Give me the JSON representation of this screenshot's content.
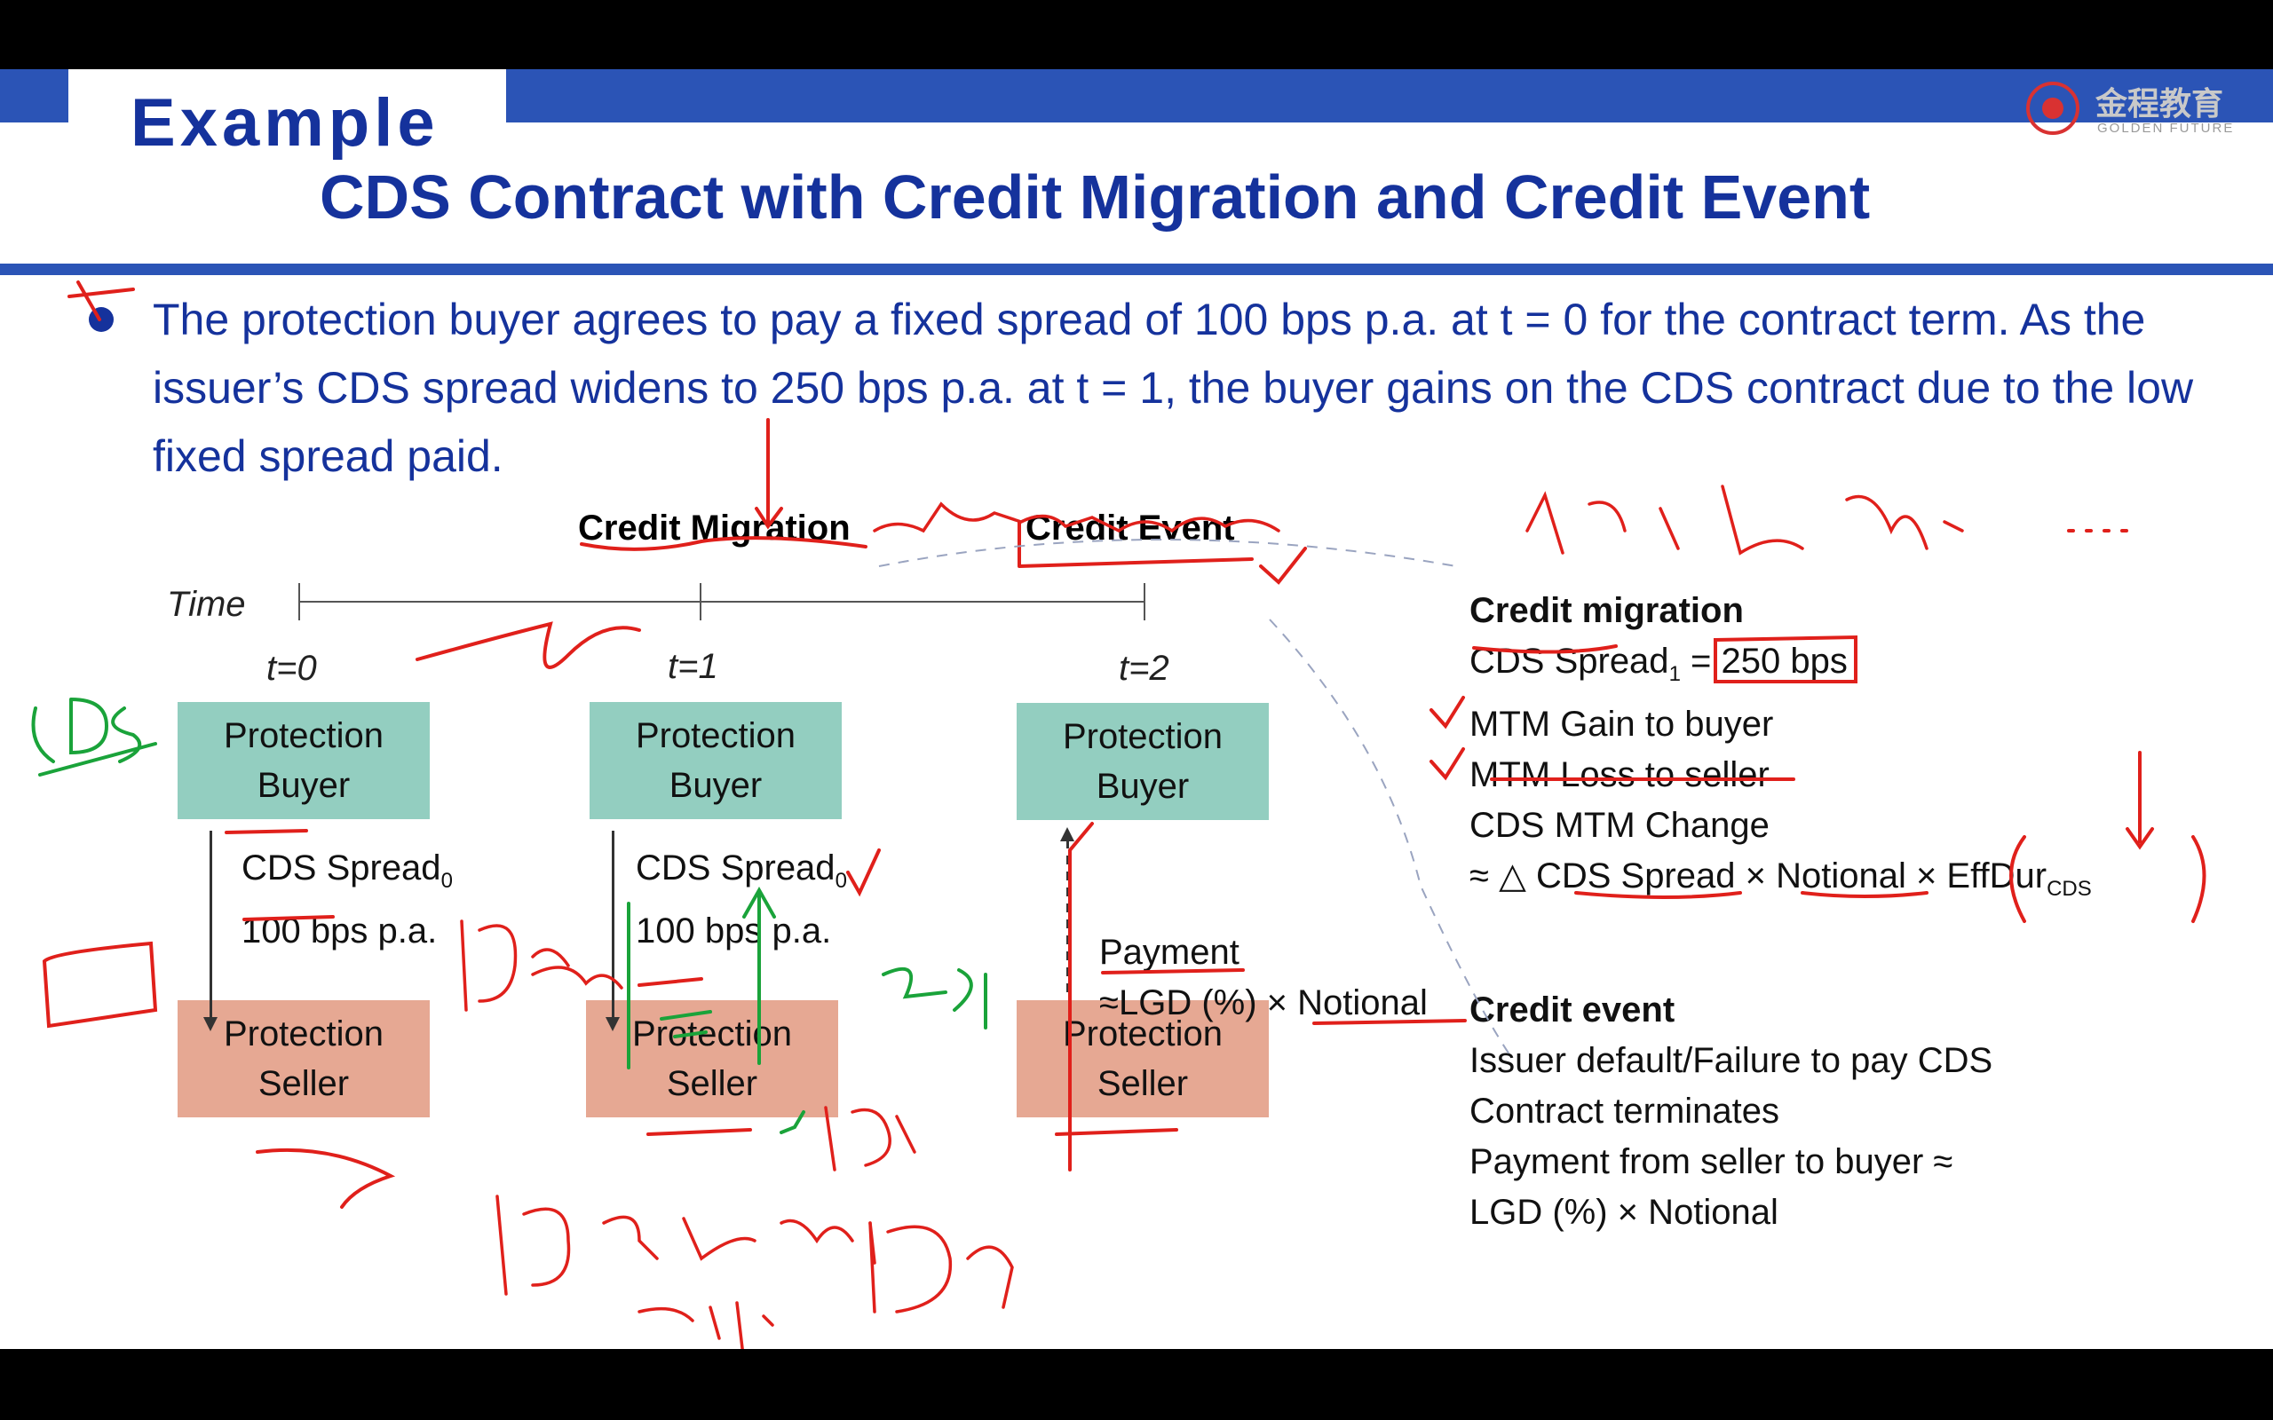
{
  "header": {
    "title": "Example",
    "subtitle": "CDS Contract with Credit Migration and Credit Event",
    "logo_cn": "金程教育",
    "logo_en": "GOLDEN FUTURE"
  },
  "bullet": {
    "text": "The protection buyer agrees to pay a fixed spread of 100 bps p.a. at t = 0 for the contract term. As the issuer’s CDS spread widens to 250 bps p.a. at t = 1, the buyer gains on the CDS contract due to the low fixed spread paid."
  },
  "diagram": {
    "migration_header": "Credit Migration",
    "event_header": "Credit Event",
    "time_label": "Time",
    "t0": "t=0",
    "t1": "t=1",
    "t2": "t=2",
    "buyer": [
      "Protection",
      "Buyer"
    ],
    "seller": [
      "Protection",
      "Seller"
    ],
    "flow0": {
      "line1": "CDS Spread",
      "sub": "0",
      "line2": "100 bps p.a."
    },
    "flow1": {
      "line1": "CDS Spread",
      "sub": "0",
      "line2": "100 bps p.a."
    },
    "flow2": {
      "line1": "Payment",
      "line2": "≈LGD (%) × Notional"
    }
  },
  "notes": {
    "migration": {
      "heading": "Credit migration",
      "line1_pre": "CDS Spread",
      "line1_sub": "1",
      "line1_post": " = 250 bps",
      "line2": "MTM Gain to buyer",
      "line3": "MTM Loss to seller",
      "line4": "CDS MTM Change",
      "line5_pre": "≈ △ CDS Spread × Notional × EffDur",
      "line5_sub": "CDS"
    },
    "event": {
      "heading": "Credit event",
      "line1": "Issuer default/Failure to pay CDS",
      "line2": "Contract terminates",
      "line3": "Payment from seller to buyer ≈",
      "line4": "LGD (%) × Notional"
    }
  },
  "annotations": {
    "ink_color": "#e0201b",
    "ink_color_green": "#1aa33a",
    "handwriting": [
      "评级变化→spread",
      "公司 恶化，下行……",
      "CDS",
      "100bp",
      "100bp",
      "250bp",
      "新买CDS: 250bps",
      "50bp",
      "15%",
      "25%",
      "提行"
    ]
  },
  "colors": {
    "title_blue": "#15329c",
    "bar_blue": "#2b54b6",
    "buyer_box": "#93cec0",
    "seller_box": "#e6a893"
  }
}
